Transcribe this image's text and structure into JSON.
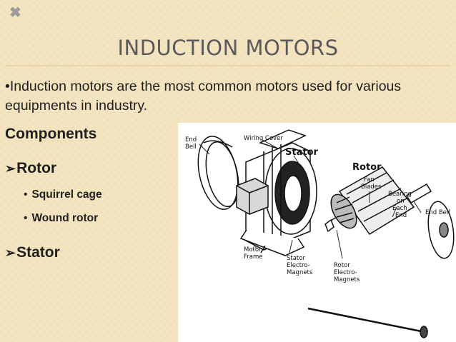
{
  "slide": {
    "corner_mark": "✖",
    "title": "INDUCTION MOTORS",
    "intro": "•Induction motors are the most common motors used for various equipments in industry.",
    "components_heading": "Components",
    "items": [
      {
        "marker": "➢",
        "label": "Rotor",
        "subitems": [
          "Squirrel cage",
          "Wound rotor"
        ]
      },
      {
        "marker": "➢",
        "label": "Stator",
        "subitems": []
      }
    ],
    "sub_marker": "•",
    "colors": {
      "background": "#f3e3bd",
      "title": "#5a5a5a",
      "text": "#1f1f1f"
    }
  },
  "diagram": {
    "labels": {
      "end_bell_left": [
        "End",
        "Bell"
      ],
      "wiring_cover": "Wiring Cover",
      "stator": "Stator",
      "rotor": "Rotor",
      "fan_blades": [
        "Fan",
        "Blades"
      ],
      "bearing": [
        "Bearing",
        "on",
        "Each",
        "End"
      ],
      "end_bell_right": "End Bell",
      "motor_frame": [
        "Motor",
        "Frame"
      ],
      "stator_magnets": [
        "Stator",
        "Electro-",
        "Magnets"
      ],
      "rotor_magnets": [
        "Rotor",
        "Electro-",
        "Magnets"
      ]
    }
  }
}
